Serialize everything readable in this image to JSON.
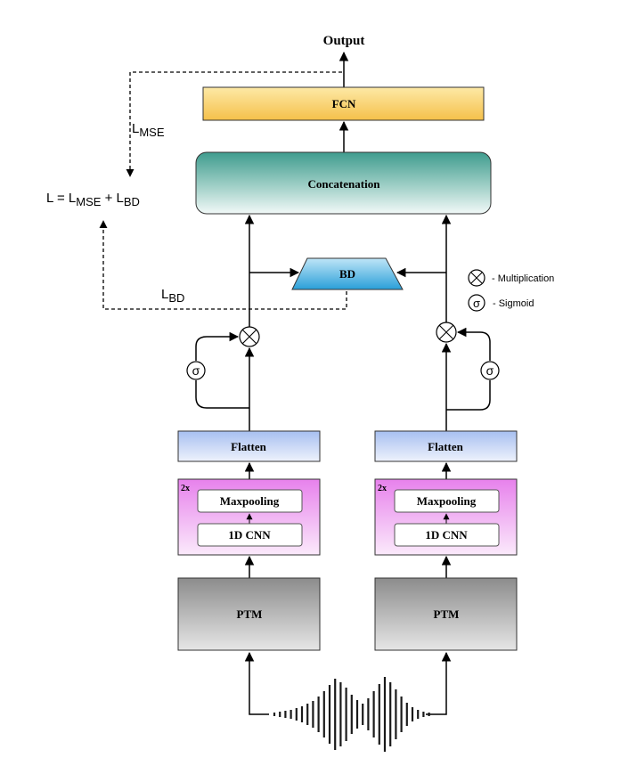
{
  "diagram": {
    "output_label": "Output",
    "fcn_label": "FCN",
    "concat_label": "Concatenation",
    "bd_label": "BD",
    "loss_total": {
      "L": "L",
      "eq": " = ",
      "Lmse": "L",
      "mse_sub": "MSE",
      "plus": " + ",
      "Lbd": "L",
      "bd_sub": "BD"
    },
    "loss_mse": {
      "L": "L",
      "sub": "MSE"
    },
    "loss_bd": {
      "L": "L",
      "sub": "BD"
    },
    "legend": {
      "multiplication": "- Multiplication",
      "sigmoid_symbol": "σ",
      "sigmoid": "- Sigmoid"
    },
    "branches": [
      {
        "flatten": "Flatten",
        "repeat": "2x",
        "maxpool": "Maxpooling",
        "cnn": "1D CNN",
        "ptm": "PTM",
        "sigma": "σ"
      },
      {
        "flatten": "Flatten",
        "repeat": "2x",
        "maxpool": "Maxpooling",
        "cnn": "1D CNN",
        "ptm": "PTM",
        "sigma": "σ"
      }
    ]
  }
}
